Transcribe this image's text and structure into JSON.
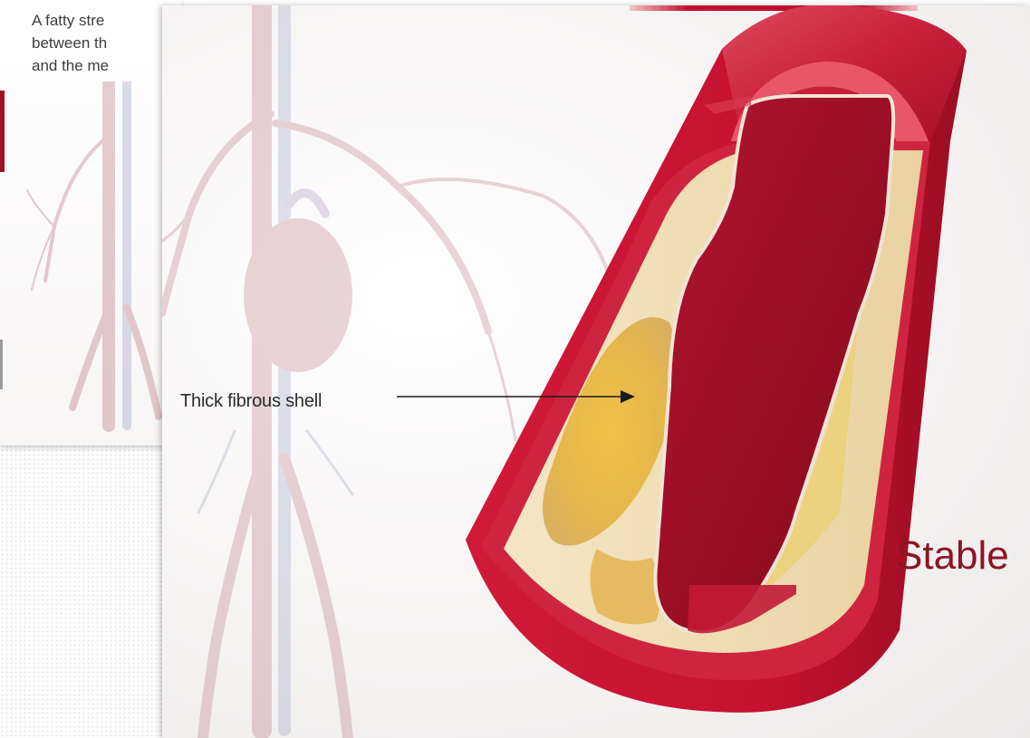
{
  "back_slide": {
    "text_lines": [
      "A fatty stre",
      "between th",
      "and the me"
    ]
  },
  "diagram": {
    "callout_label": "Thick fibrous shell",
    "stable_label": "Stable",
    "colors": {
      "artery_red": "#c41230",
      "artery_dark": "#8f0c1f",
      "plaque_yellow": "#e8c250",
      "plaque_cream": "#f3e2bd",
      "stable_text": "#8b1523"
    }
  }
}
